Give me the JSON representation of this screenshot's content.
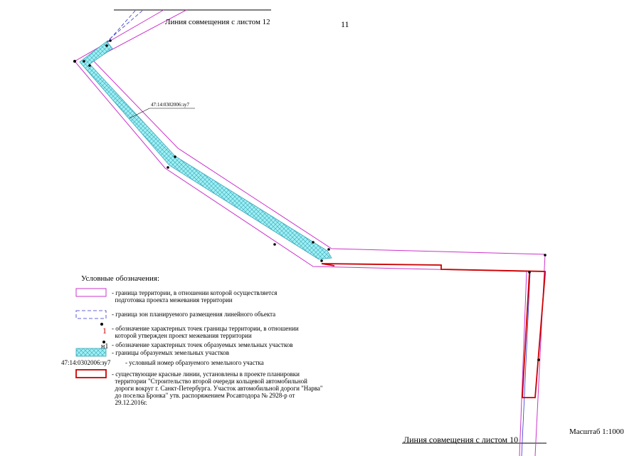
{
  "header": {
    "sheet_top_label": "Линия совмещения с листом 12",
    "sheet_number": "11"
  },
  "footer": {
    "sheet_bottom_label": "Линия совмещения с листом 10",
    "scale": "Масштаб 1:1000"
  },
  "map": {
    "parcel_label": "47:14:0302006:зу7"
  },
  "legend": {
    "title": "Условные обозначения:",
    "items": [
      {
        "text": "- граница территории, в отношении которой осуществляется\n  подготовка проекта межевания территории"
      },
      {
        "text": "- граница зон планируемого размещения линейного объекта"
      },
      {
        "symbol": "1",
        "text": "- обозначение характерных точек границы территории, в отношении\n  которой утвержден проект межевания территории"
      },
      {
        "symbol": "н1",
        "text": "- обозначение характерных точек образуемых земельных участков"
      },
      {
        "text": "- границы образуемых земельных участков"
      },
      {
        "symbol": "47:14:0302006:зу7",
        "text": "- условный номер образуемого земельного участка"
      },
      {
        "text": "- существующие красные линии, установлены в проекте планировки\n  территории \"Строительство второй очереди кольцевой автомобильной\n  дороги вокруг г. Санкт-Петербурга. Участок автомобильной дороги \"Нарва\"\n  до поселка Бронка\" утв. распоряжением Росавтодора № 2928-р от\n  29.12.2016г."
      }
    ]
  },
  "colors": {
    "territory_boundary": "#cc33cc",
    "zone_boundary": "#3333cc",
    "parcel_fill": "#7fe0e8",
    "red_line": "#cc0000"
  }
}
